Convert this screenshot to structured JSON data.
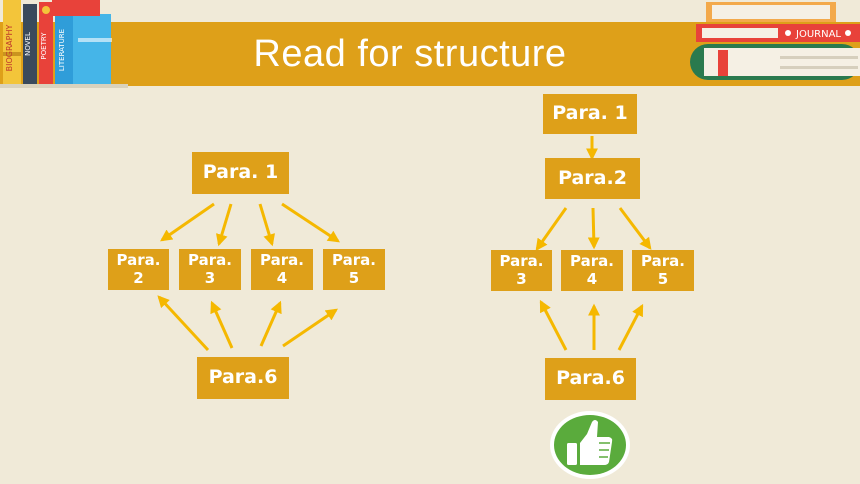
{
  "title": "Read for structure",
  "books": {
    "left_spines": [
      "BIOGRAPHY",
      "NOVEL",
      "POETRY",
      "LITERATURE"
    ],
    "right_label": "JOURNAL"
  },
  "left_diagram": {
    "top": "Para. 1",
    "middle": [
      "Para.\n2",
      "Para.\n3",
      "Para.\n4",
      "Para.\n5"
    ],
    "bottom": "Para.6"
  },
  "right_diagram": {
    "top": "Para. 1",
    "second": "Para.2",
    "middle": [
      "Para.\n3",
      "Para.\n4",
      "Para.\n5"
    ],
    "bottom": "Para.6"
  },
  "colors": {
    "background": "#f0ead8",
    "box": "#dea019",
    "arrow": "#f5b800",
    "thumb": "#5aab3c"
  },
  "icons": [
    "thumbs-up-icon"
  ]
}
